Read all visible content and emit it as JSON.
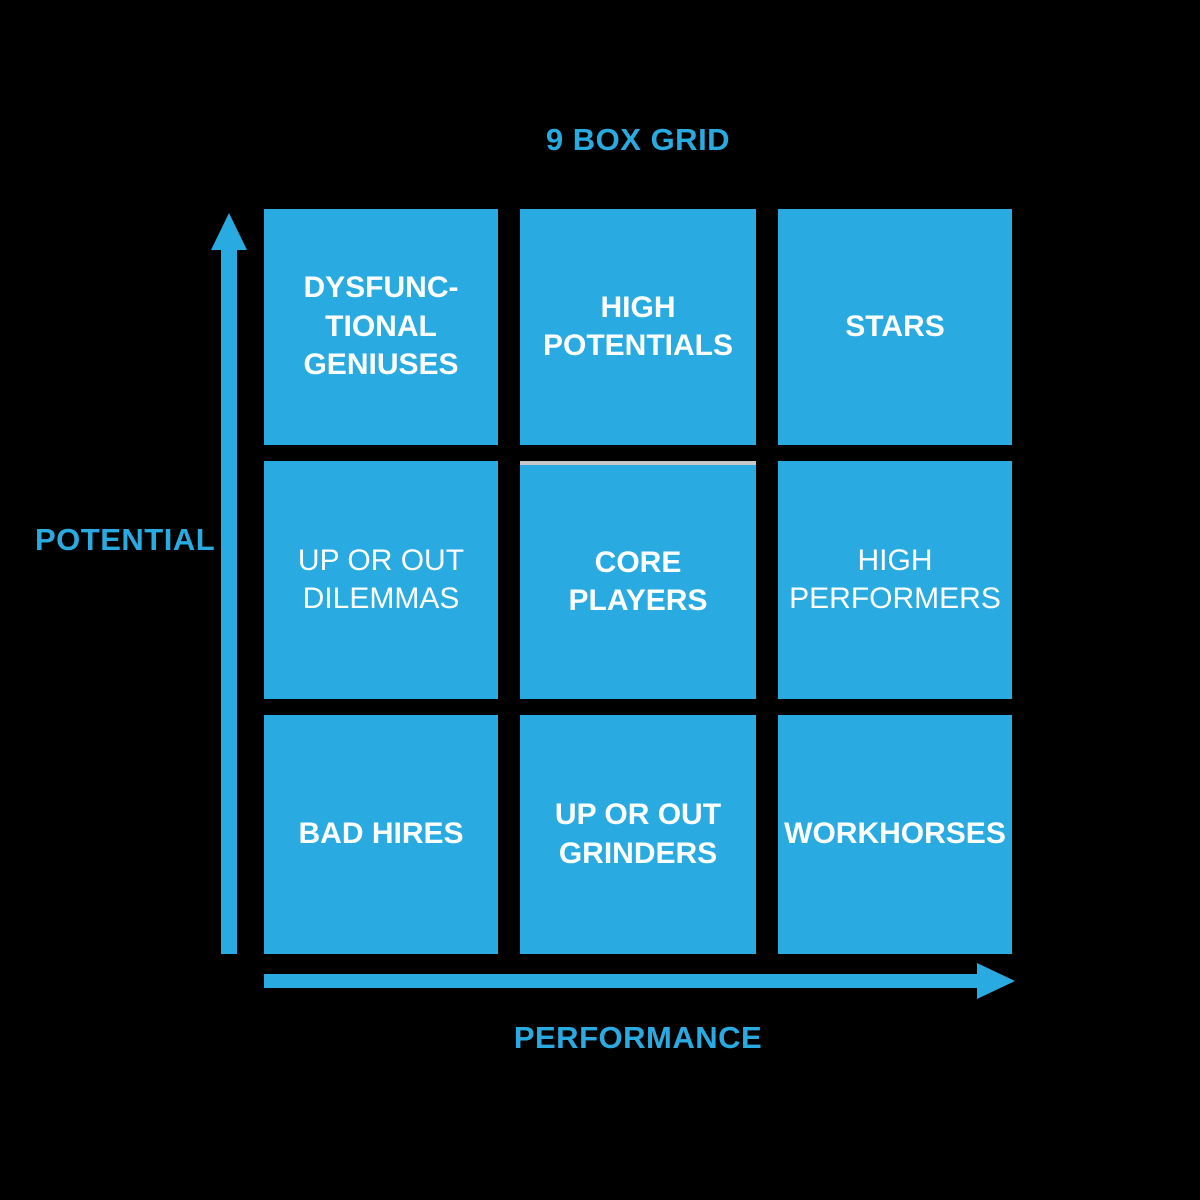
{
  "title": "9 BOX GRID",
  "colors": {
    "accent": "#29ABE2",
    "background": "#000000",
    "cellText": "#FFFFFF",
    "divider": "#C9C7C7"
  },
  "axes": {
    "y": {
      "label": "POTENTIAL"
    },
    "x": {
      "label": "PERFORMANCE"
    }
  },
  "grid": {
    "rows": 3,
    "columns": 3,
    "cells": [
      {
        "id": "dysfunctional-geniuses",
        "label": "DYSFUNC-\nTIONAL\nGENIUSES"
      },
      {
        "id": "high-potentials",
        "label": "HIGH\nPOTENTIALS"
      },
      {
        "id": "stars",
        "label": "STARS"
      },
      {
        "id": "up-or-out-dilemmas",
        "label": "UP OR OUT\nDILEMMAS"
      },
      {
        "id": "core-players",
        "label": "CORE PLAYERS"
      },
      {
        "id": "high-performers",
        "label": "HIGH\nPERFORMERS"
      },
      {
        "id": "bad-hires",
        "label": "BAD HIRES"
      },
      {
        "id": "up-or-out-grinders",
        "label": "UP OR OUT\nGRINDERS"
      },
      {
        "id": "workhorses",
        "label": "WORKHORSES"
      }
    ]
  }
}
